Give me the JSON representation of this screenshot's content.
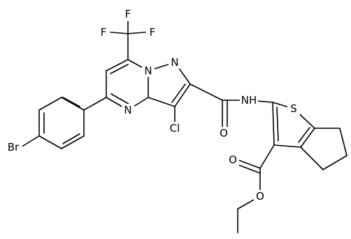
{
  "diagram": {
    "type": "chemical-structure",
    "atom_labels": {
      "fluorine": "F",
      "nitrogen": "N",
      "amide_nitrogen": "NH",
      "sulfur": "S",
      "chlorine": "Cl",
      "bromine": "Br",
      "oxygen": "O"
    },
    "colors": {
      "bond": "#000000",
      "background": "#ffffff"
    }
  }
}
